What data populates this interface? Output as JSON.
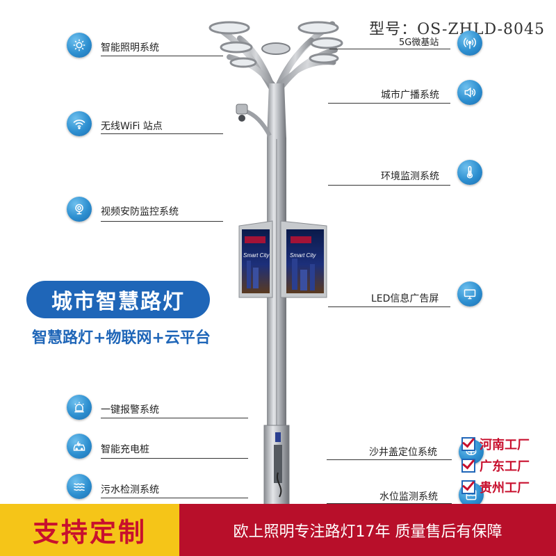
{
  "model_label": "型号：OS-ZHLD-8045",
  "title": "城市智慧路灯",
  "subtitle": "智慧路灯+物联网+云平台",
  "sign_text": "Smart City",
  "features_left": [
    {
      "label": "智能照明系统",
      "icon": "sun-icon"
    },
    {
      "label": "无线WiFi 站点",
      "icon": "wifi-icon"
    },
    {
      "label": "视频安防监控系统",
      "icon": "camera-icon"
    },
    {
      "label": "一键报警系统",
      "icon": "alarm-icon"
    },
    {
      "label": "智能充电桩",
      "icon": "car-charging-icon"
    },
    {
      "label": "污水检测系统",
      "icon": "water-waves-icon"
    }
  ],
  "features_right": [
    {
      "label": "5G微基站",
      "icon": "signal-tower-icon"
    },
    {
      "label": "城市广播系统",
      "icon": "speaker-icon"
    },
    {
      "label": "环境监测系统",
      "icon": "thermometer-icon"
    },
    {
      "label": "LED信息广告屏",
      "icon": "monitor-icon"
    },
    {
      "label": "沙井盖定位系统",
      "icon": "manhole-icon"
    },
    {
      "label": "水位监测系统",
      "icon": "water-level-icon"
    }
  ],
  "factories": [
    "河南工厂",
    "广东工厂",
    "贵州工厂"
  ],
  "banner": {
    "left": "支持定制",
    "right": "欧上照明专注路灯17年  质量售后有保障"
  },
  "colors": {
    "brand_blue": "#1f66b8",
    "icon_blue": "#2d8fd0",
    "banner_yellow": "#f5c518",
    "banner_red": "#b80f2a"
  }
}
